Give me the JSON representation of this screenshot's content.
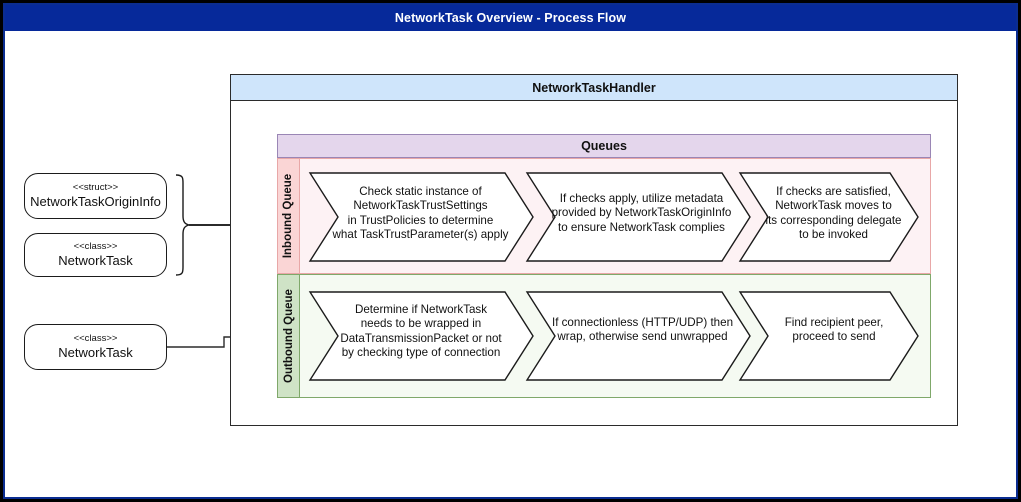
{
  "window": {
    "title": "NetworkTask Overview - Process Flow",
    "frame_border_color": "#000000",
    "accent_color": "#06299a"
  },
  "entities": [
    {
      "id": "network-task-origin-info",
      "stereotype": "<<struct>>",
      "name": "NetworkTaskOriginInfo"
    },
    {
      "id": "network-task-inbound",
      "stereotype": "<<class>>",
      "name": "NetworkTask"
    },
    {
      "id": "network-task-outbound",
      "stereotype": "<<class>>",
      "name": "NetworkTask"
    }
  ],
  "handler": {
    "title": "NetworkTaskHandler",
    "header_color": "#cfe5fb"
  },
  "queues": {
    "title": "Queues",
    "header_color": "#e4d6ec",
    "rows": [
      {
        "id": "inbound",
        "label": "Inbound Queue",
        "label_color": "#fad5d5",
        "body_color": "#fdf2f4",
        "steps": [
          "Check static instance of\nNetworkTaskTrustSettings\nin TrustPolicies to determine\nwhat TaskTrustParameter(s) apply",
          "If checks apply, utilize metadata\nprovided by NetworkTaskOriginInfo\nto ensure NetworkTask complies",
          "If checks are satisfied,\nNetworkTask moves to\nits corresponding delegate\nto be invoked"
        ]
      },
      {
        "id": "outbound",
        "label": "Outbound Queue",
        "label_color": "#cfe3c6",
        "body_color": "#f5faf2",
        "steps": [
          "Determine if NetworkTask\nneeds to be wrapped in\nDataTransmissionPacket or not\nby checking type of connection",
          "If connectionless (HTTP/UDP) then\nwrap, otherwise send unwrapped",
          "Find recipient peer,\nproceed to send"
        ]
      }
    ]
  },
  "connectors": {
    "brace_label": "grouping-brace",
    "inbound_arrow_label": "arrow-to-inbound-queue",
    "outbound_arrow_label": "arrow-to-outbound-queue"
  }
}
